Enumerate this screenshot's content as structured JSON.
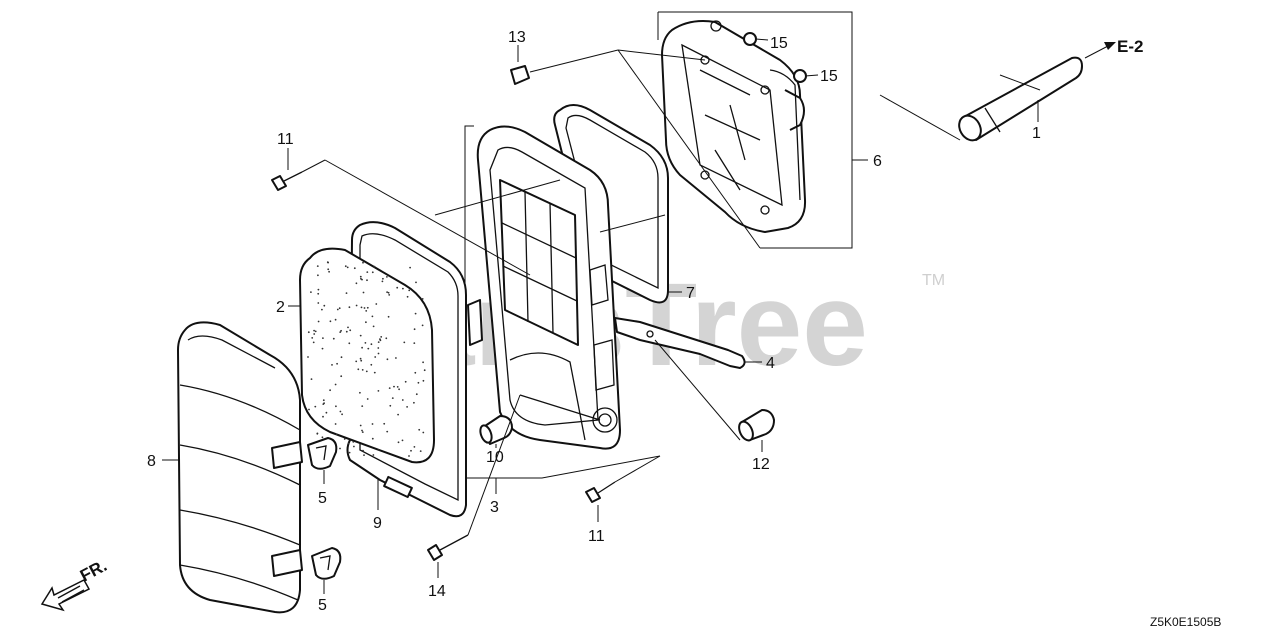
{
  "watermark": {
    "text": "PartsTree",
    "trademark": "TM"
  },
  "reference": {
    "text": "E-2"
  },
  "direction": {
    "text": "FR."
  },
  "diagram_code": "Z5K0E1505B",
  "callouts": {
    "c1": "1",
    "c2": "2",
    "c3": "3",
    "c4": "4",
    "c5a": "5",
    "c5b": "5",
    "c6": "6",
    "c7": "7",
    "c8": "8",
    "c9": "9",
    "c10": "10",
    "c11a": "11",
    "c11b": "11",
    "c12": "12",
    "c13": "13",
    "c14": "14",
    "c15a": "15",
    "c15b": "15"
  }
}
